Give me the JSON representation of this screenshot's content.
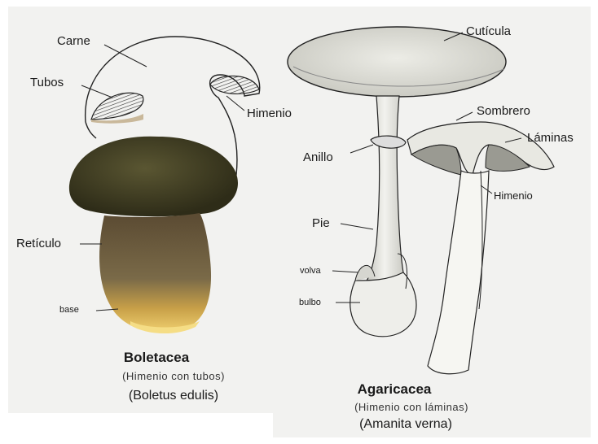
{
  "labels": {
    "carne": "Carne",
    "tubos": "Tubos",
    "himenio_left": "Himenio",
    "reticulo": "Retículo",
    "base": "base",
    "cuticula": "Cutícula",
    "sombrero": "Sombrero",
    "laminas": "Láminas",
    "anillo": "Anillo",
    "himenio_right": "Himenio",
    "pie": "Pie",
    "volva": "volva",
    "bulbo": "bulbo"
  },
  "captions": {
    "boletacea": {
      "family": "Boletacea",
      "detail": "(Himenio con tubos)",
      "species": "(Boletus edulis)"
    },
    "agaricacea": {
      "family": "Agaricacea",
      "detail": "(Himenio con láminas)",
      "species": "(Amanita verna)"
    }
  },
  "colors": {
    "background": "#f2f2f0",
    "cap_dark": "#3e3b23",
    "stem_brown": "#6a5a3c",
    "base_yellow": "#e8c24a",
    "amanita_cap": "#d8d8d0",
    "line": "#222222"
  }
}
